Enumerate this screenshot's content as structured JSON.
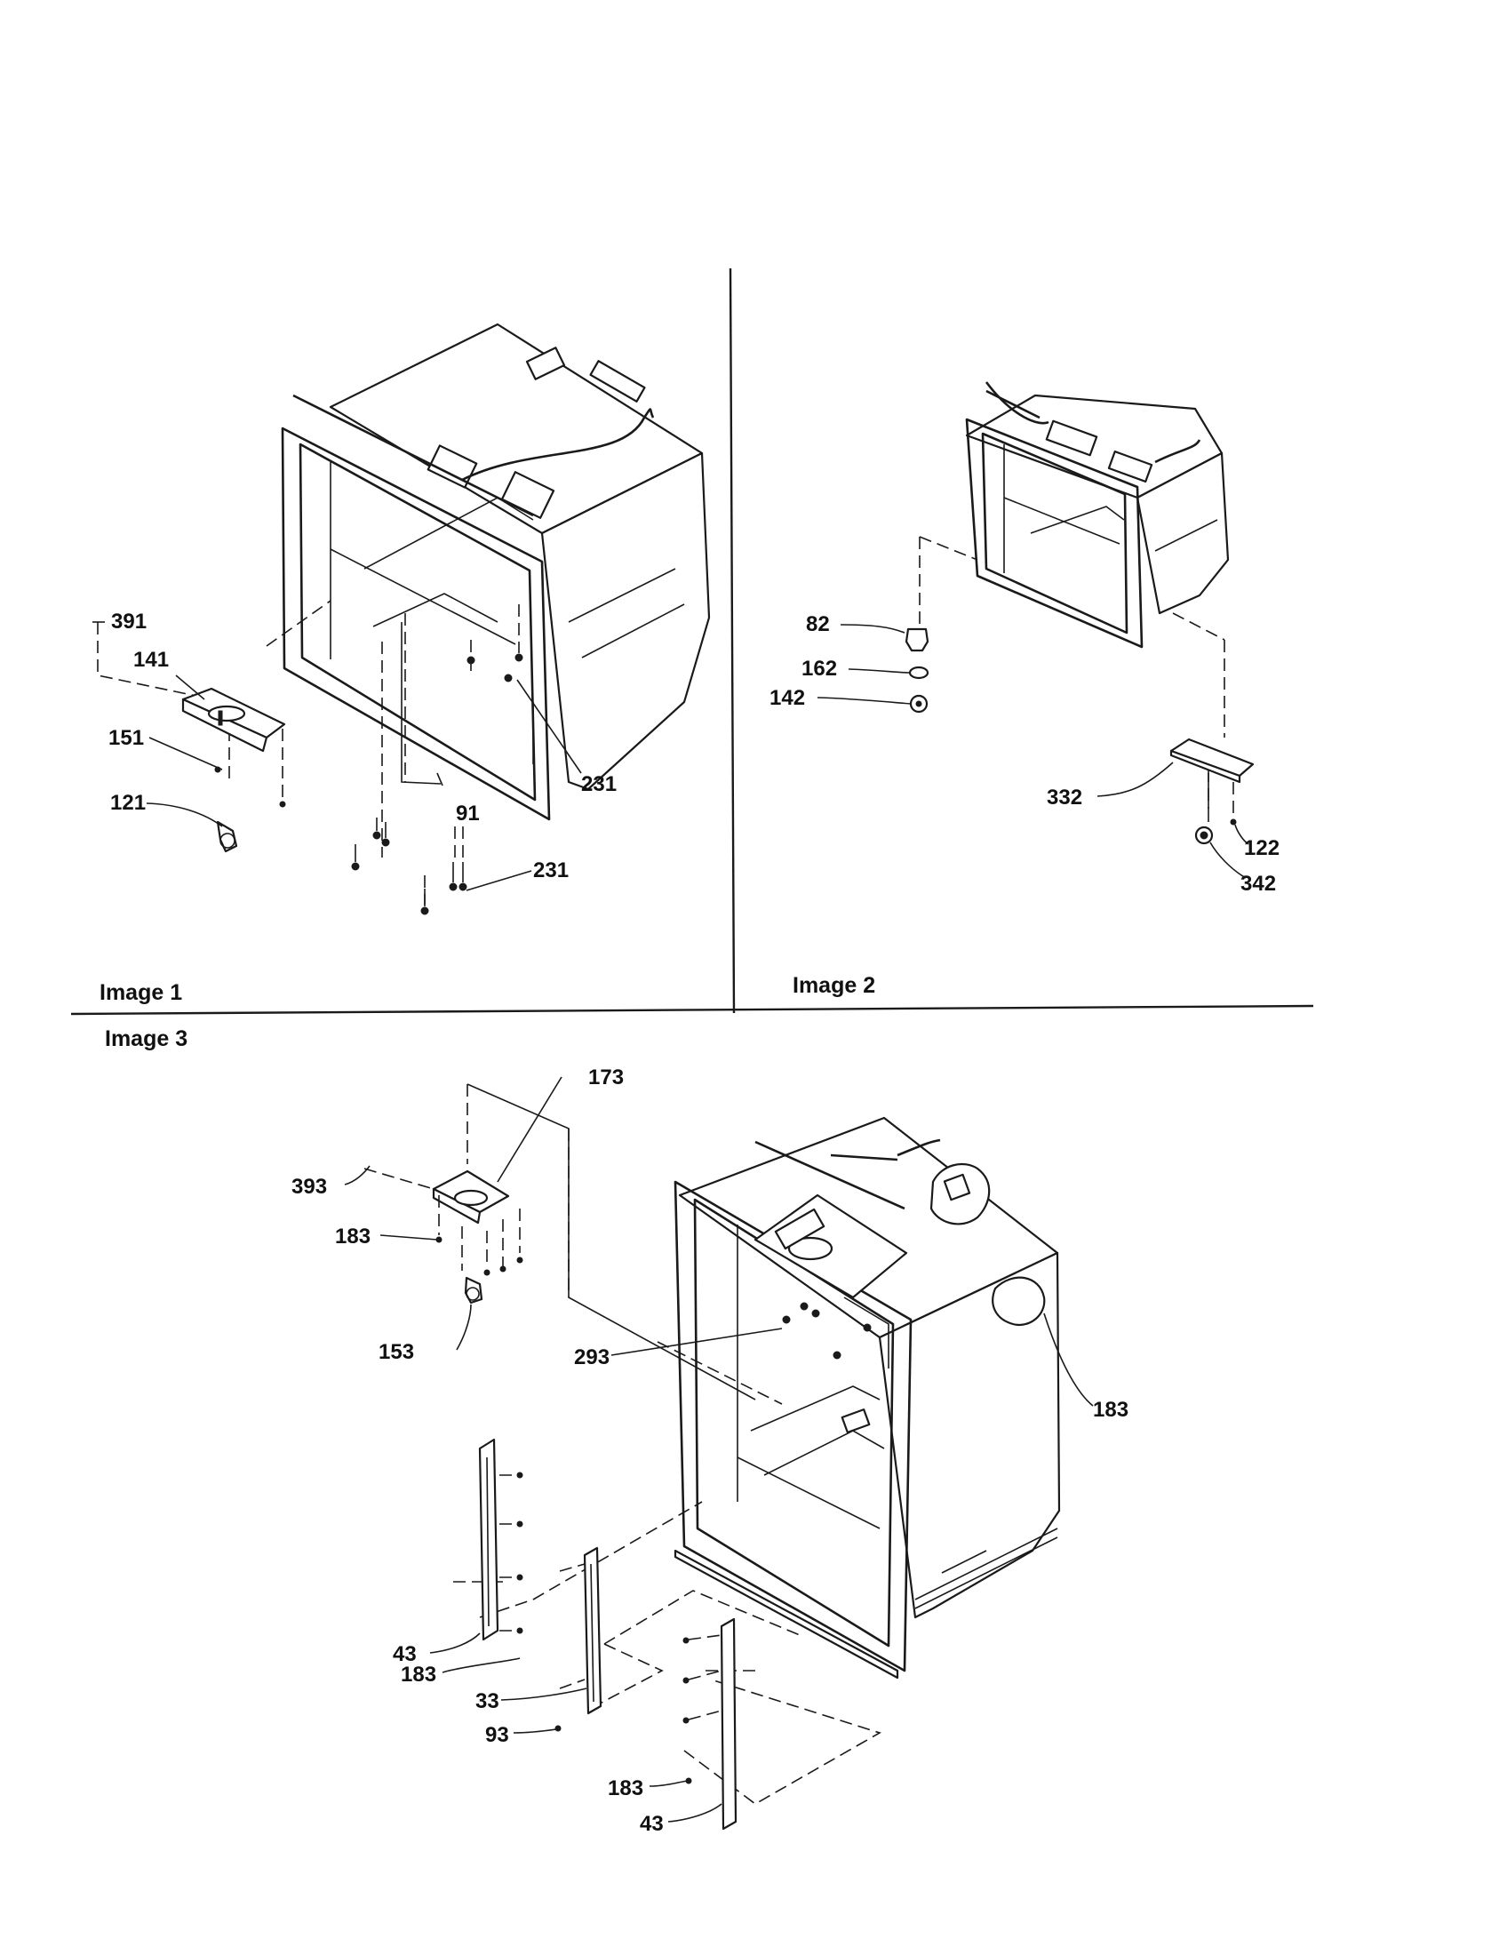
{
  "panels": [
    {
      "caption": "Image 1"
    },
    {
      "caption": "Image 2"
    },
    {
      "caption": "Image 3"
    }
  ],
  "callouts": {
    "image1": [
      "391",
      "141",
      "151",
      "121",
      "91",
      "231",
      "231"
    ],
    "image2": [
      "82",
      "162",
      "142",
      "332",
      "122",
      "342"
    ],
    "image3": [
      "173",
      "393",
      "183",
      "153",
      "293",
      "183",
      "43",
      "183",
      "33",
      "93",
      "183",
      "43"
    ]
  }
}
